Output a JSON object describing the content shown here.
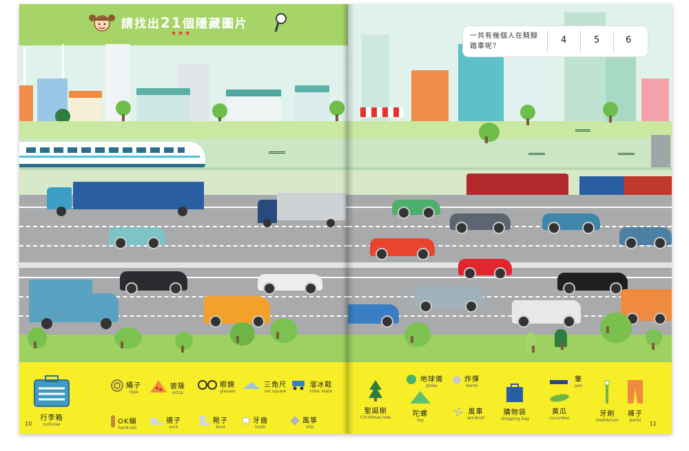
{
  "title": {
    "prefix": "請找出",
    "number": "21",
    "suffix": "個隱藏圖片",
    "stars": "★★★"
  },
  "question": {
    "text": "一共有幾個人在騎腳踏車呢？",
    "options": [
      "4",
      "5",
      "6"
    ]
  },
  "legend_left": [
    {
      "zh": "行李箱",
      "en": "suitcase",
      "icon": "suitcase-icon"
    },
    {
      "zh": "繩子",
      "en": "rope",
      "icon": "rope-icon"
    },
    {
      "zh": "OK繃",
      "en": "band-aid",
      "icon": "bandaid-icon"
    },
    {
      "zh": "披薩",
      "en": "pizza",
      "icon": "pizza-icon"
    },
    {
      "zh": "襪子",
      "en": "sock",
      "icon": "sock-icon"
    },
    {
      "zh": "眼鏡",
      "en": "glasses",
      "icon": "glasses-icon"
    },
    {
      "zh": "靴子",
      "en": "boot",
      "icon": "boot-icon"
    },
    {
      "zh": "三角尺",
      "en": "set square",
      "icon": "set-square-icon"
    },
    {
      "zh": "牙齒",
      "en": "tooth",
      "icon": "tooth-icon"
    },
    {
      "zh": "溜冰鞋",
      "en": "roller skate",
      "icon": "roller-skate-icon"
    },
    {
      "zh": "風箏",
      "en": "kite",
      "icon": "kite-icon"
    }
  ],
  "legend_right": [
    {
      "zh": "聖誕樹",
      "en": "Christmas tree",
      "icon": "christmas-tree-icon"
    },
    {
      "zh": "地球儀",
      "en": "globe",
      "icon": "globe-icon"
    },
    {
      "zh": "陀螺",
      "en": "top",
      "icon": "top-icon"
    },
    {
      "zh": "炸彈",
      "en": "bomb",
      "icon": "bomb-icon"
    },
    {
      "zh": "風車",
      "en": "windmill",
      "icon": "windmill-icon"
    },
    {
      "zh": "購物袋",
      "en": "shopping bag",
      "icon": "shopping-bag-icon"
    },
    {
      "zh": "筆",
      "en": "pen",
      "icon": "pen-icon"
    },
    {
      "zh": "黃瓜",
      "en": "cucumber",
      "icon": "cucumber-icon"
    },
    {
      "zh": "牙刷",
      "en": "toothbrush",
      "icon": "toothbrush-icon"
    },
    {
      "zh": "褲子",
      "en": "pants",
      "icon": "pants-icon"
    }
  ],
  "page_numbers": {
    "left": "10",
    "right": "11"
  },
  "colors": {
    "accent_red": "#e8302e",
    "grass": "#9ed15f",
    "legend_bg": "#f7ee28",
    "road": "#a9aaac"
  }
}
